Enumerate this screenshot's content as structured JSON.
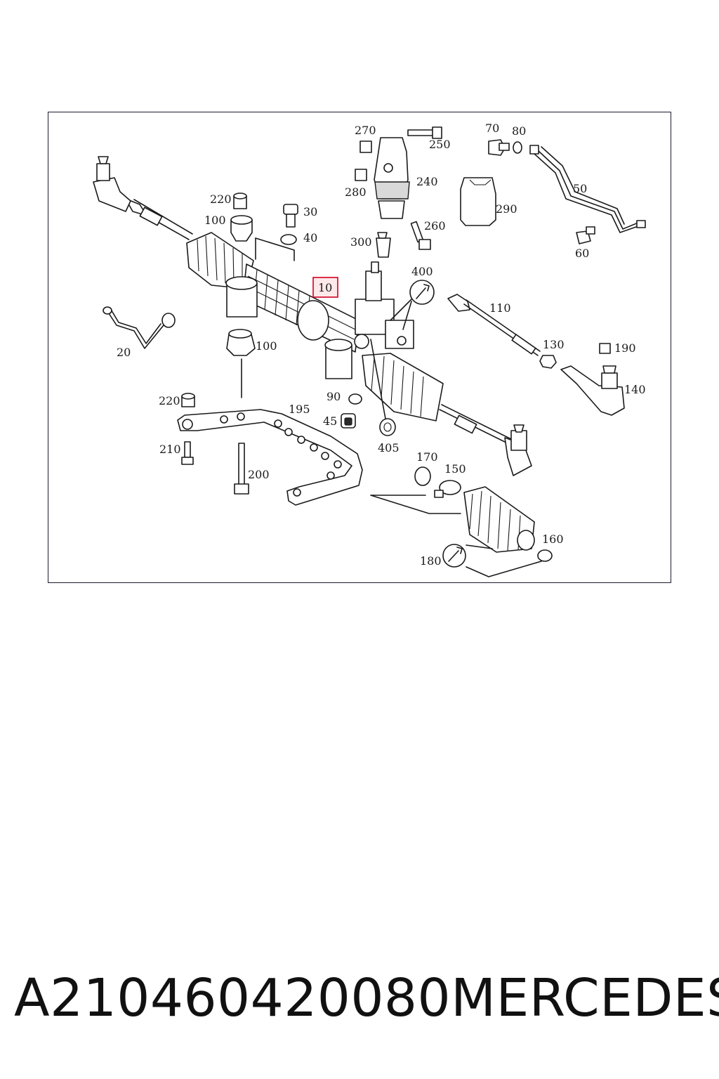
{
  "callouts": {
    "c10": "10",
    "c20": "20",
    "c30": "30",
    "c40": "40",
    "c45": "45",
    "c50": "50",
    "c60": "60",
    "c70": "70",
    "c80": "80",
    "c90": "90",
    "c100a": "100",
    "c100b": "100",
    "c110": "110",
    "c130": "130",
    "c140": "140",
    "c150": "150",
    "c160": "160",
    "c170": "170",
    "c180": "180",
    "c190": "190",
    "c195": "195",
    "c200": "200",
    "c210": "210",
    "c220a": "220",
    "c220b": "220",
    "c240": "240",
    "c250": "250",
    "c260": "260",
    "c270": "270",
    "c280": "280",
    "c290": "290",
    "c300": "300",
    "c400": "400",
    "c405": "405"
  },
  "highlight": {
    "callout": "10",
    "color": "#d1001f",
    "fill": "#fde8ea"
  },
  "footer": {
    "part_number": "A210460420080",
    "brand": "MERCEDES"
  },
  "icons": [
    "wrench-icon"
  ]
}
